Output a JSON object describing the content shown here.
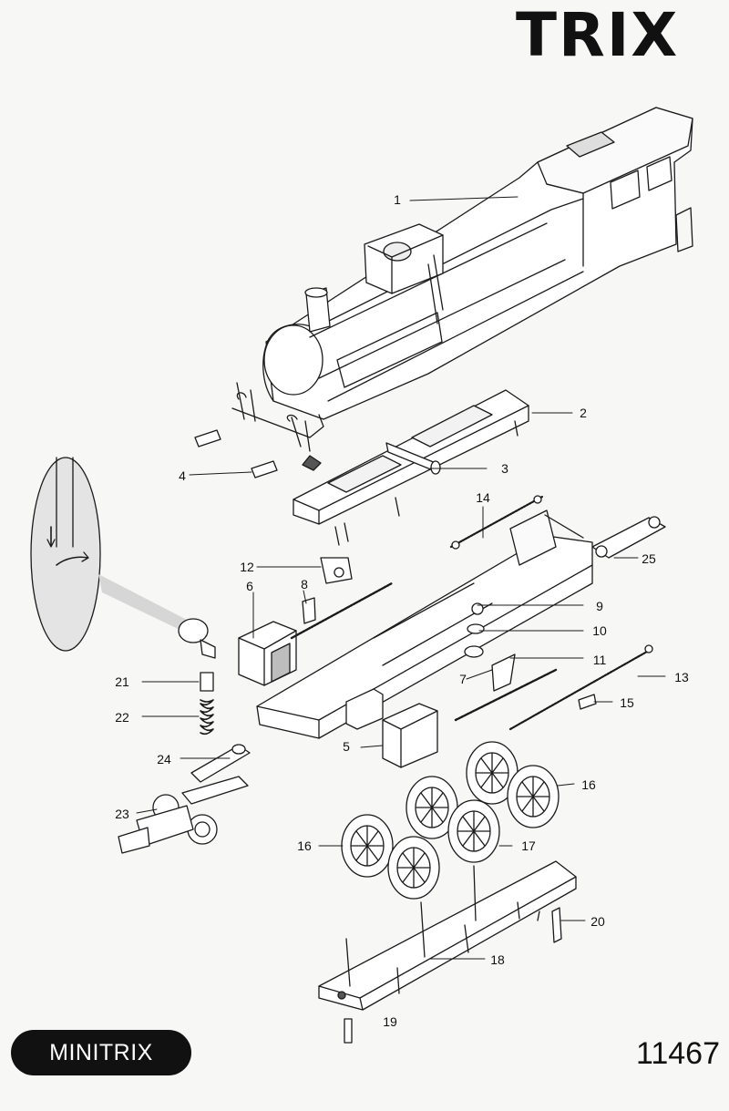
{
  "brand": "TRIX",
  "product_line": "MINITRIX",
  "article_number": "11467",
  "callouts": {
    "p1": "1",
    "p2": "2",
    "p3": "3",
    "p4": "4",
    "p5": "5",
    "p6": "6",
    "p7": "7",
    "p8": "8",
    "p9": "9",
    "p10": "10",
    "p11": "11",
    "p12": "12",
    "p13": "13",
    "p14": "14",
    "p15": "15",
    "p16a": "16",
    "p16b": "16",
    "p17": "17",
    "p18": "18",
    "p19": "19",
    "p20": "20",
    "p21": "21",
    "p22": "22",
    "p23": "23",
    "p24": "24",
    "p25": "25"
  }
}
